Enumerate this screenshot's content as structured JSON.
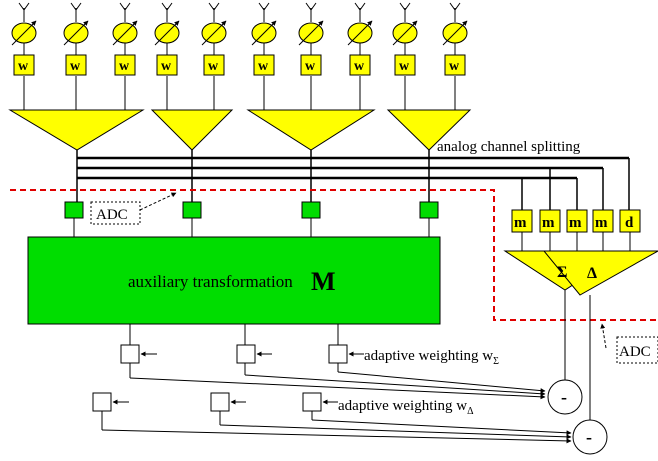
{
  "labels": {
    "weight": "w",
    "analog_splitting": "analog channel splitting",
    "adc_left": "ADC",
    "adc_right": "ADC",
    "aux_text": "auxiliary transformation",
    "aux_symbol": "M",
    "adaptive_sum_prefix": "adaptive weighting w",
    "adaptive_sum_sub": "Σ",
    "adaptive_delta_prefix": "adaptive weighting w",
    "adaptive_delta_sub": "Δ",
    "beam_sum": "Σ",
    "beam_delta": "Δ",
    "minus": "-"
  },
  "right_boxes": [
    "m",
    "m",
    "m",
    "m",
    "d"
  ],
  "colors": {
    "yellow": "#ffff00",
    "green": "#00dd00",
    "red_dash": "#e00000",
    "line": "#000000"
  }
}
